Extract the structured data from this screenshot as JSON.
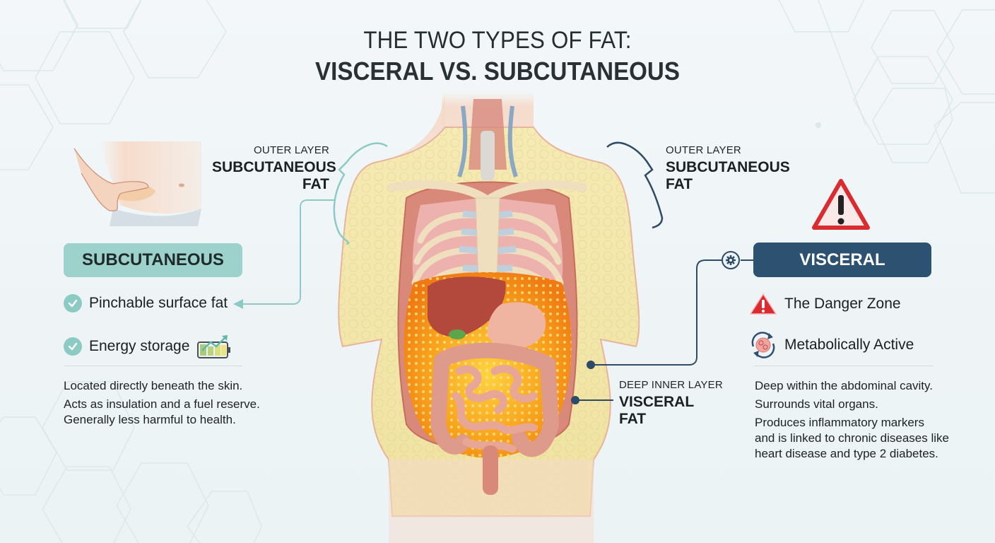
{
  "title": {
    "line1": "THE TWO TYPES OF FAT:",
    "line2": "VISCERAL VS. SUBCUTANEOUS"
  },
  "callouts": {
    "left_outer": {
      "small": "OUTER LAYER",
      "big_line1": "SUBCUTANEOUS",
      "big_line2": "FAT"
    },
    "right_outer": {
      "small": "OUTER LAYER",
      "big_line1": "SUBCUTANEOUS",
      "big_line2": "FAT"
    },
    "deep_inner": {
      "small": "DEEP INNER LAYER",
      "big_line1": "VISCERAL",
      "big_line2": "FAT"
    }
  },
  "subcutaneous": {
    "label": "SUBCUTANEOUS",
    "color": "#9dd2cc",
    "features": [
      {
        "icon": "check-circle-icon",
        "text": "Pinchable surface fat"
      },
      {
        "icon": "check-circle-icon",
        "text": "Energy storage",
        "extra_icon": "battery-growth-icon"
      }
    ],
    "description": [
      "Located directly beneath the skin.",
      "Acts as insulation and a fuel reserve.",
      "Generally less harmful to health."
    ]
  },
  "visceral": {
    "label": "VISCERAL",
    "color": "#2d5170",
    "features": [
      {
        "icon": "warning-triangle-icon",
        "text": "The Danger Zone"
      },
      {
        "icon": "metabolic-cycle-icon",
        "text": "Metabolically Active"
      }
    ],
    "description": [
      "Deep within the abdominal cavity.",
      "Surrounds vital organs.",
      "Produces inflammatory markers and is linked to chronic diseases like heart disease and type 2 diabetes."
    ],
    "description_lines": [
      "Deep within the abdominal cavity.",
      "Surrounds vital organs.",
      "Produces inflammatory markers",
      "and is linked to chronic diseases like",
      "heart disease and type 2 diabetes."
    ]
  },
  "colors": {
    "teal_accent": "#8ccbc3",
    "navy_accent": "#2d5170",
    "warning_red": "#d92b30",
    "subcutaneous_fat": "#f1e7a6",
    "visceral_fat": "#f7a21b"
  }
}
